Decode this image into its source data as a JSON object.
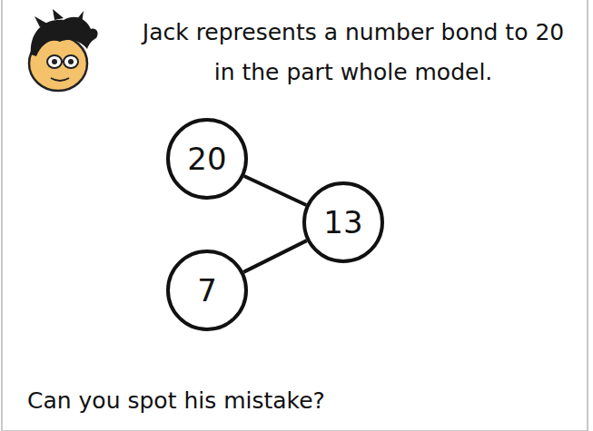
{
  "diagram": {
    "nodes": [
      {
        "text": [
          "20"
        ]
      },
      {
        "text": [
          "13"
        ]
      },
      {
        "text": [
          "7"
        ]
      }
    ],
    "edges": [
      {
        "from": 0,
        "to": 1,
        "arrow": "none"
      },
      {
        "from": 1,
        "to": 2,
        "arrow": "none"
      }
    ],
    "labels": [
      "Jack represents a number bond to 20 in the part whole model.",
      "Can you spot his mistake?"
    ]
  }
}
